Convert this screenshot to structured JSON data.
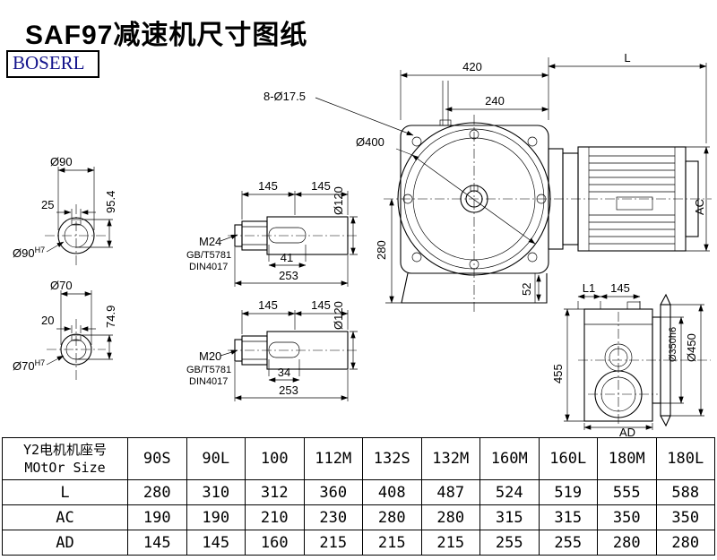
{
  "page": {
    "title": "SAF97减速机尺寸图纸",
    "brand": "BOSERL"
  },
  "drawing": {
    "hub_top": {
      "dia": "Ø90",
      "key_width": "25",
      "key_height": "95.4",
      "bore": "Ø90",
      "bore_tol": "H7"
    },
    "hub_bottom": {
      "dia": "Ø70",
      "key_width": "20",
      "key_height": "74.9",
      "bore": "Ø70",
      "bore_tol": "H7"
    },
    "shaft_top": {
      "len1": "145",
      "len2": "145",
      "dia": "Ø120",
      "thread": "M24",
      "std1": "GB/T5781",
      "std2": "DIN4017",
      "key_len": "41",
      "total": "253"
    },
    "shaft_bottom": {
      "len1": "145",
      "len2": "145",
      "dia": "Ø120",
      "thread": "M20",
      "std1": "GB/T5781",
      "std2": "DIN4017",
      "key_len": "34",
      "total": "253"
    },
    "front": {
      "width": "420",
      "motor_len": "L",
      "dim240": "240",
      "holes": "8-Ø17.5",
      "flange_dia": "Ø400",
      "height": "280",
      "dim52": "52",
      "motor_dia": "AC"
    },
    "side": {
      "dim_l1": "L1",
      "dim145": "145",
      "height": "455",
      "spigot": "Ø350h6",
      "flange": "Ø450",
      "dim_ad": "AD"
    }
  },
  "table": {
    "header_line1": "Y2电机机座号",
    "header_line2": "MOtOr Size",
    "columns": [
      "90S",
      "90L",
      "100",
      "112M",
      "132S",
      "132M",
      "160M",
      "160L",
      "180M",
      "180L"
    ],
    "rows": [
      {
        "label": "L",
        "values": [
          "280",
          "310",
          "312",
          "360",
          "408",
          "487",
          "524",
          "519",
          "555",
          "588"
        ]
      },
      {
        "label": "AC",
        "values": [
          "190",
          "190",
          "210",
          "230",
          "280",
          "280",
          "315",
          "315",
          "350",
          "350"
        ]
      },
      {
        "label": "AD",
        "values": [
          "145",
          "145",
          "160",
          "215",
          "215",
          "215",
          "255",
          "255",
          "280",
          "280"
        ]
      }
    ]
  }
}
